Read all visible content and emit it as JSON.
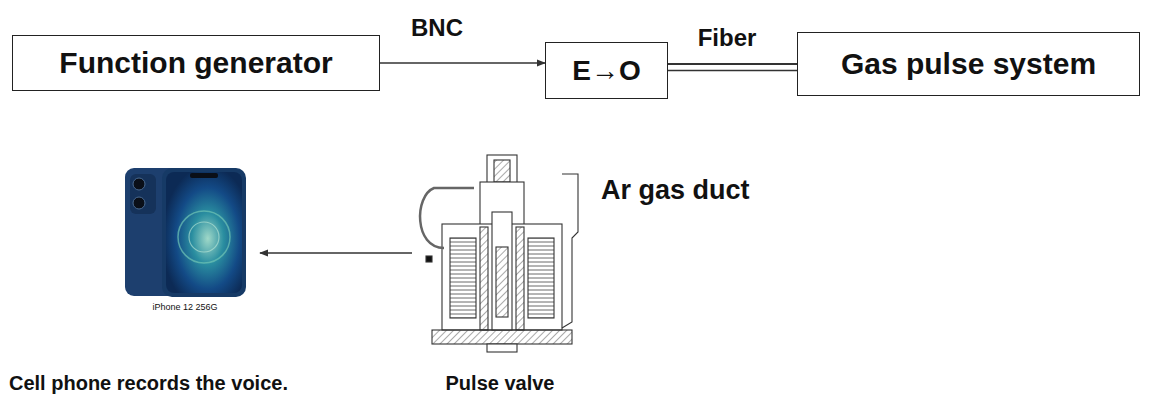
{
  "diagram": {
    "nodes": [
      {
        "text": [
          "Function generator"
        ]
      },
      {
        "text": [
          "E→O"
        ]
      },
      {
        "text": [
          "Gas pulse system"
        ]
      },
      {
        "text": [
          "Pulse valve"
        ]
      },
      {
        "text": [
          "iPhone 12 256G",
          "Cell phone records the voice."
        ]
      }
    ],
    "edges": [
      {
        "from": 0,
        "to": 1,
        "label": "BNC",
        "arrow": "to"
      },
      {
        "from": 1,
        "to": 2,
        "label": "Fiber",
        "arrow": "none"
      },
      {
        "from": 2,
        "to": 3,
        "label": "Ar gas duct",
        "arrow": "none"
      },
      {
        "from": 3,
        "to": 4,
        "arrow": "to"
      }
    ]
  }
}
